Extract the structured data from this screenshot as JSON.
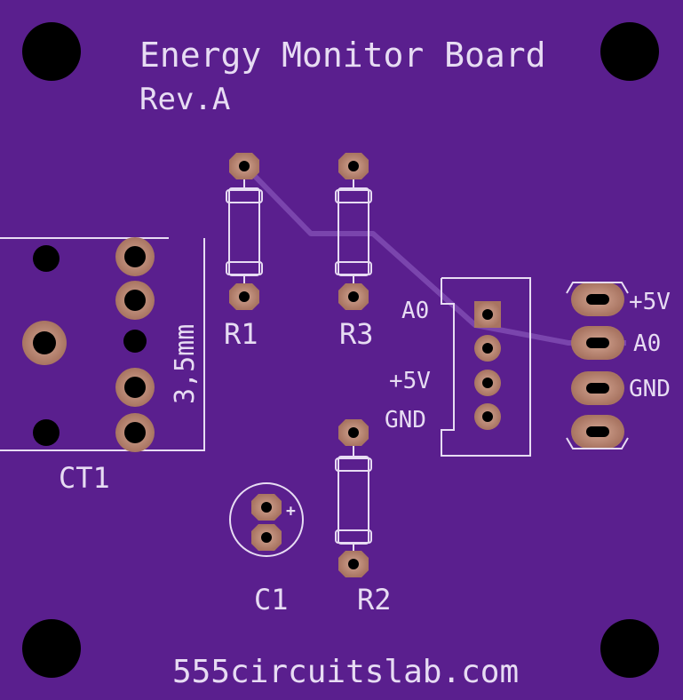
{
  "board": {
    "title": "Energy Monitor Board",
    "revision": "Rev.A",
    "website": "555circuitslab.com"
  },
  "components": {
    "r1": "R1",
    "r2": "R2",
    "r3": "R3",
    "c1": "C1",
    "ct1": "CT1",
    "jack_size": "3,5mm",
    "c1_polarity": "+"
  },
  "connector_labels": [
    "A0",
    "+5V",
    "GND"
  ],
  "header_labels": [
    "+5V",
    "A0",
    "GND"
  ],
  "colors": {
    "board": "#5a1f8e",
    "silkscreen": "#e7dcf3",
    "pad": "#b98a78",
    "trace": "#7a45ad"
  }
}
